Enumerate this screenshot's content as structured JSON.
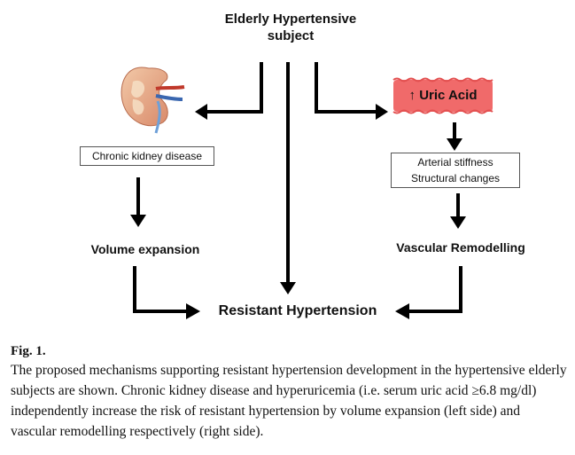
{
  "diagram": {
    "top_node": {
      "line1": "Elderly Hypertensive",
      "line2": "subject"
    },
    "uric_acid_node": {
      "arrow_symbol": "↑",
      "label": "Uric Acid",
      "fill_color": "#f06a6a"
    },
    "ckd_node": {
      "label": "Chronic kidney disease"
    },
    "arterial_node": {
      "line1": "Arterial stiffness",
      "line2": "Structural changes"
    },
    "volume_node": {
      "label": "Volume expansion"
    },
    "vascular_node": {
      "label": "Vascular Remodelling"
    },
    "outcome_node": {
      "label": "Resistant Hypertension"
    },
    "kidney_icon": {
      "name": "kidney-icon"
    }
  },
  "caption": {
    "figure_label": "Fig. 1.",
    "text": "The proposed mechanisms supporting resistant hypertension development in the hypertensive elderly subjects are shown. Chronic kidney disease and hyperuricemia (i.e. serum uric acid ≥6.8 mg/dl) independently increase the risk of resistant hypertension by volume expansion (left side) and vascular remodelling respectively (right side)."
  }
}
